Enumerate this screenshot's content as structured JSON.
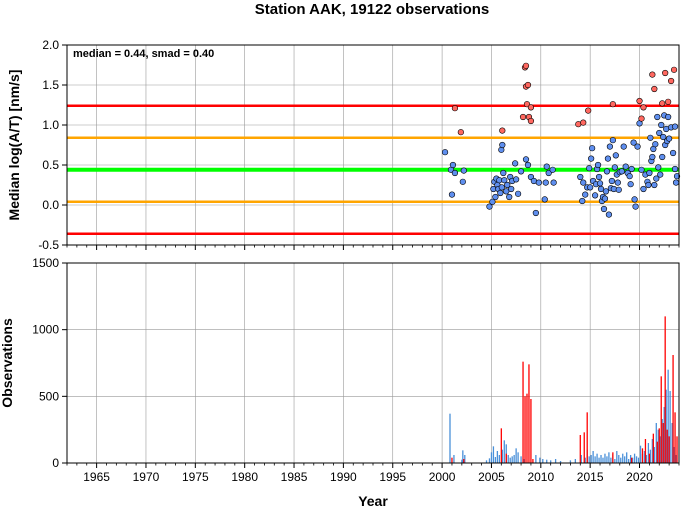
{
  "chart_data": [
    {
      "type": "scatter",
      "title": "Station AAK, 19122 observations",
      "annotation": "median = 0.44, smad = 0.40",
      "ylabel": "Median log(A/T) [nm/s]",
      "xlim": [
        1962,
        2024
      ],
      "ylim": [
        -0.5,
        2.0
      ],
      "yticks": [
        "-0.5",
        "0.0",
        "0.5",
        "1.0",
        "1.5",
        "2.0"
      ],
      "grid": true,
      "reference_lines": [
        {
          "y": 1.24,
          "color": "#ff0000"
        },
        {
          "y": 0.84,
          "color": "#ffa500"
        },
        {
          "y": 0.44,
          "color": "#00ff00"
        },
        {
          "y": 0.04,
          "color": "#ffa500"
        },
        {
          "y": -0.36,
          "color": "#ff0000"
        }
      ],
      "series": [
        {
          "color": "#5f8fef",
          "points": [
            [
              2000.3,
              0.66
            ],
            [
              2000.9,
              0.44
            ],
            [
              2001.0,
              0.13
            ],
            [
              2001.1,
              0.5
            ],
            [
              2001.3,
              0.4
            ],
            [
              2002.1,
              0.29
            ],
            [
              2002.2,
              0.43
            ],
            [
              2004.8,
              -0.02
            ],
            [
              2005.1,
              0.04
            ],
            [
              2005.2,
              0.2
            ],
            [
              2005.3,
              0.29
            ],
            [
              2005.4,
              0.1
            ],
            [
              2005.5,
              0.33
            ],
            [
              2005.6,
              0.25
            ],
            [
              2005.7,
              0.2
            ],
            [
              2005.8,
              0.31
            ],
            [
              2005.9,
              0.15
            ],
            [
              2006.0,
              0.69
            ],
            [
              2006.05,
              0.22
            ],
            [
              2006.1,
              0.75
            ],
            [
              2006.2,
              0.4
            ],
            [
              2006.3,
              0.31
            ],
            [
              2006.5,
              0.17
            ],
            [
              2006.6,
              0.25
            ],
            [
              2006.8,
              0.1
            ],
            [
              2006.9,
              0.35
            ],
            [
              2007.0,
              0.2
            ],
            [
              2007.1,
              0.3
            ],
            [
              2007.4,
              0.52
            ],
            [
              2007.5,
              0.32
            ],
            [
              2007.7,
              0.14
            ],
            [
              2008.0,
              0.42
            ],
            [
              2008.5,
              0.57
            ],
            [
              2008.7,
              0.5
            ],
            [
              2009.0,
              0.35
            ],
            [
              2009.3,
              0.3
            ],
            [
              2009.5,
              -0.1
            ],
            [
              2009.8,
              0.28
            ],
            [
              2010.4,
              0.07
            ],
            [
              2010.5,
              0.28
            ],
            [
              2010.6,
              0.48
            ],
            [
              2010.8,
              0.4
            ],
            [
              2011.2,
              0.44
            ],
            [
              2011.3,
              0.28
            ],
            [
              2014.0,
              0.35
            ],
            [
              2014.2,
              0.05
            ],
            [
              2014.3,
              0.28
            ],
            [
              2014.5,
              0.13
            ],
            [
              2014.7,
              0.22
            ],
            [
              2014.9,
              0.46
            ],
            [
              2015.0,
              0.22
            ],
            [
              2015.1,
              0.58
            ],
            [
              2015.2,
              0.71
            ],
            [
              2015.3,
              0.3
            ],
            [
              2015.5,
              0.12
            ],
            [
              2015.6,
              0.26
            ],
            [
              2015.7,
              0.45
            ],
            [
              2015.8,
              0.5
            ],
            [
              2015.9,
              0.35
            ],
            [
              2016.0,
              0.27
            ],
            [
              2016.1,
              0.2
            ],
            [
              2016.2,
              0.05
            ],
            [
              2016.3,
              0.1
            ],
            [
              2016.4,
              -0.05
            ],
            [
              2016.5,
              0.08
            ],
            [
              2016.6,
              0.17
            ],
            [
              2016.7,
              0.42
            ],
            [
              2016.8,
              0.58
            ],
            [
              2016.9,
              -0.12
            ],
            [
              2017.0,
              0.73
            ],
            [
              2017.1,
              0.21
            ],
            [
              2017.2,
              0.3
            ],
            [
              2017.3,
              0.81
            ],
            [
              2017.4,
              0.2
            ],
            [
              2017.5,
              0.47
            ],
            [
              2017.6,
              0.62
            ],
            [
              2017.7,
              0.38
            ],
            [
              2017.8,
              0.28
            ],
            [
              2017.9,
              0.19
            ],
            [
              2018.0,
              0.41
            ],
            [
              2018.2,
              0.42
            ],
            [
              2018.4,
              0.73
            ],
            [
              2018.6,
              0.48
            ],
            [
              2018.8,
              0.4
            ],
            [
              2019.0,
              0.36
            ],
            [
              2019.1,
              0.26
            ],
            [
              2019.2,
              0.45
            ],
            [
              2019.4,
              0.78
            ],
            [
              2019.5,
              0.07
            ],
            [
              2019.6,
              -0.02
            ],
            [
              2019.8,
              0.73
            ],
            [
              2020.0,
              1.02
            ],
            [
              2020.2,
              0.44
            ],
            [
              2020.4,
              0.2
            ],
            [
              2020.6,
              0.38
            ],
            [
              2020.8,
              0.29
            ],
            [
              2020.9,
              0.25
            ],
            [
              2021.0,
              0.4
            ],
            [
              2021.1,
              0.84
            ],
            [
              2021.2,
              0.55
            ],
            [
              2021.3,
              0.6
            ],
            [
              2021.4,
              0.7
            ],
            [
              2021.5,
              0.25
            ],
            [
              2021.6,
              0.76
            ],
            [
              2021.7,
              0.33
            ],
            [
              2021.8,
              1.1
            ],
            [
              2021.9,
              0.47
            ],
            [
              2022.0,
              0.9
            ],
            [
              2022.1,
              0.38
            ],
            [
              2022.2,
              1.0
            ],
            [
              2022.3,
              0.6
            ],
            [
              2022.4,
              0.85
            ],
            [
              2022.5,
              1.12
            ],
            [
              2022.6,
              0.75
            ],
            [
              2022.7,
              0.95
            ],
            [
              2022.8,
              0.8
            ],
            [
              2022.9,
              1.1
            ],
            [
              2023.0,
              0.83
            ],
            [
              2023.2,
              0.97
            ],
            [
              2023.4,
              0.65
            ],
            [
              2023.6,
              0.45
            ],
            [
              2023.7,
              0.28
            ],
            [
              2023.8,
              0.36
            ],
            [
              2023.6,
              0.98
            ]
          ]
        },
        {
          "color": "#ff6860",
          "points": [
            [
              2001.3,
              1.21
            ],
            [
              2001.9,
              0.91
            ],
            [
              2006.1,
              0.93
            ],
            [
              2008.2,
              1.1
            ],
            [
              2008.4,
              1.72
            ],
            [
              2008.5,
              1.74
            ],
            [
              2008.5,
              1.48
            ],
            [
              2008.6,
              1.26
            ],
            [
              2008.7,
              1.5
            ],
            [
              2008.8,
              1.1
            ],
            [
              2009.0,
              1.05
            ],
            [
              2009.0,
              1.22
            ],
            [
              2013.8,
              1.01
            ],
            [
              2014.3,
              1.03
            ],
            [
              2014.8,
              1.18
            ],
            [
              2017.3,
              1.26
            ],
            [
              2020.0,
              1.3
            ],
            [
              2020.2,
              1.08
            ],
            [
              2020.4,
              1.22
            ],
            [
              2021.3,
              1.63
            ],
            [
              2021.5,
              1.45
            ],
            [
              2022.3,
              1.27
            ],
            [
              2022.6,
              1.65
            ],
            [
              2022.9,
              1.29
            ],
            [
              2023.2,
              1.55
            ],
            [
              2023.5,
              1.69
            ]
          ]
        }
      ]
    },
    {
      "type": "bar",
      "xlabel": "Year",
      "ylabel": "Observations",
      "xlim": [
        1962,
        2024
      ],
      "ylim": [
        0,
        1500
      ],
      "xticks": [
        "1965",
        "1970",
        "1975",
        "1980",
        "1985",
        "1990",
        "1995",
        "2000",
        "2005",
        "2010",
        "2015",
        "2020"
      ],
      "yticks": [
        "0",
        "500",
        "1000",
        "1500"
      ],
      "grid": true,
      "series": [
        {
          "color": "#4a90d9",
          "points": [
            [
              2000.8,
              370
            ],
            [
              2001.2,
              60
            ],
            [
              2002.0,
              25
            ],
            [
              2002.1,
              95
            ],
            [
              2002.3,
              60
            ],
            [
              2004.5,
              20
            ],
            [
              2004.8,
              35
            ],
            [
              2005.0,
              80
            ],
            [
              2005.2,
              125
            ],
            [
              2005.4,
              45
            ],
            [
              2005.6,
              90
            ],
            [
              2005.8,
              60
            ],
            [
              2006.1,
              100
            ],
            [
              2006.3,
              170
            ],
            [
              2006.5,
              140
            ],
            [
              2006.7,
              60
            ],
            [
              2006.9,
              40
            ],
            [
              2007.1,
              50
            ],
            [
              2007.3,
              60
            ],
            [
              2007.5,
              110
            ],
            [
              2007.7,
              80
            ],
            [
              2008.0,
              50
            ],
            [
              2008.3,
              30
            ],
            [
              2009.5,
              60
            ],
            [
              2009.9,
              40
            ],
            [
              2010.2,
              30
            ],
            [
              2010.6,
              25
            ],
            [
              2011.0,
              20
            ],
            [
              2011.5,
              30
            ],
            [
              2012.0,
              15
            ],
            [
              2013.0,
              20
            ],
            [
              2013.5,
              30
            ],
            [
              2014.1,
              60
            ],
            [
              2014.5,
              40
            ],
            [
              2014.7,
              100
            ],
            [
              2014.9,
              50
            ],
            [
              2015.1,
              60
            ],
            [
              2015.3,
              90
            ],
            [
              2015.5,
              50
            ],
            [
              2015.7,
              70
            ],
            [
              2015.9,
              40
            ],
            [
              2016.1,
              60
            ],
            [
              2016.3,
              40
            ],
            [
              2016.5,
              70
            ],
            [
              2016.7,
              50
            ],
            [
              2016.9,
              80
            ],
            [
              2017.1,
              40
            ],
            [
              2017.3,
              65
            ],
            [
              2017.5,
              30
            ],
            [
              2017.7,
              90
            ],
            [
              2017.9,
              60
            ],
            [
              2018.1,
              40
            ],
            [
              2018.3,
              70
            ],
            [
              2018.5,
              50
            ],
            [
              2018.7,
              80
            ],
            [
              2018.9,
              30
            ],
            [
              2019.1,
              60
            ],
            [
              2019.3,
              40
            ],
            [
              2019.5,
              70
            ],
            [
              2019.7,
              50
            ],
            [
              2019.9,
              40
            ],
            [
              2020.1,
              130
            ],
            [
              2020.3,
              70
            ],
            [
              2020.5,
              90
            ],
            [
              2020.7,
              60
            ],
            [
              2020.9,
              150
            ],
            [
              2021.1,
              100
            ],
            [
              2021.3,
              180
            ],
            [
              2021.5,
              120
            ],
            [
              2021.7,
              300
            ],
            [
              2021.9,
              250
            ],
            [
              2022.1,
              200
            ],
            [
              2022.3,
              330
            ],
            [
              2022.5,
              420
            ],
            [
              2022.7,
              550
            ],
            [
              2022.9,
              700
            ],
            [
              2023.1,
              540
            ],
            [
              2023.3,
              300
            ],
            [
              2023.5,
              120
            ],
            [
              2023.7,
              60
            ]
          ]
        },
        {
          "color": "#ff0000",
          "points": [
            [
              2001.0,
              40
            ],
            [
              2002.2,
              30
            ],
            [
              2006.0,
              260
            ],
            [
              2006.5,
              70
            ],
            [
              2008.2,
              760
            ],
            [
              2008.4,
              500
            ],
            [
              2008.6,
              520
            ],
            [
              2008.8,
              740
            ],
            [
              2009.0,
              480
            ],
            [
              2009.2,
              30
            ],
            [
              2014.0,
              210
            ],
            [
              2014.4,
              230
            ],
            [
              2014.7,
              380
            ],
            [
              2017.3,
              80
            ],
            [
              2019.2,
              40
            ],
            [
              2020.3,
              110
            ],
            [
              2020.6,
              180
            ],
            [
              2021.0,
              70
            ],
            [
              2021.4,
              220
            ],
            [
              2021.8,
              160
            ],
            [
              2022.0,
              260
            ],
            [
              2022.2,
              650
            ],
            [
              2022.4,
              300
            ],
            [
              2022.6,
              1100
            ],
            [
              2022.8,
              250
            ],
            [
              2023.0,
              200
            ],
            [
              2023.4,
              810
            ],
            [
              2023.6,
              380
            ],
            [
              2023.8,
              200
            ]
          ]
        }
      ]
    }
  ]
}
